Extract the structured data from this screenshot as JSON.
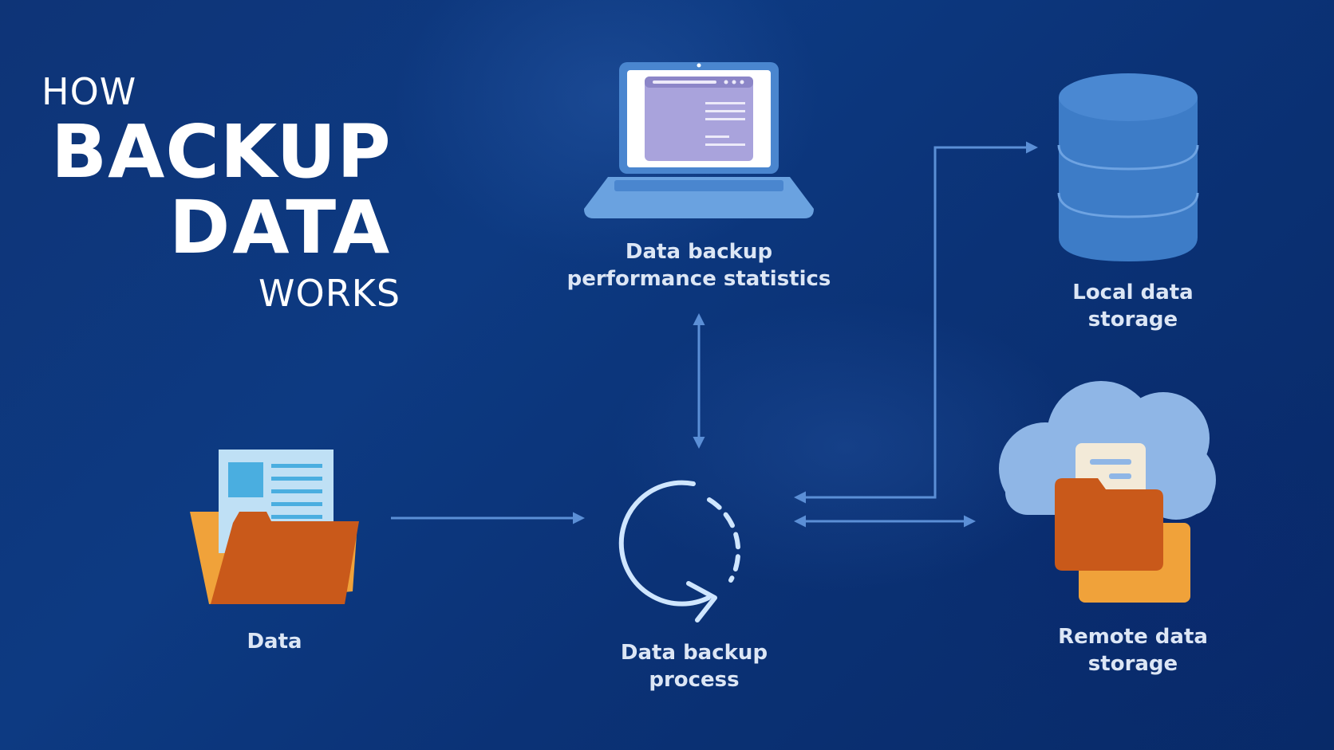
{
  "title": {
    "line1": "HOW",
    "line2": "BACKUP",
    "line3": "DATA",
    "line4": "WORKS"
  },
  "nodes": {
    "stats": {
      "line1": "Data backup",
      "line2": "performance statistics"
    },
    "local": {
      "line1": "Local data",
      "line2": "storage"
    },
    "data": {
      "line1": "Data"
    },
    "process": {
      "line1": "Data backup",
      "line2": "process"
    },
    "remote": {
      "line1": "Remote data",
      "line2": "storage"
    }
  },
  "icons": [
    "laptop-icon",
    "database-icon",
    "folder-document-icon",
    "refresh-cycle-icon",
    "cloud-folder-icon"
  ],
  "colors": {
    "background": "#0d3a82",
    "arrow": "#5b8fd6",
    "icon_blue": "#4a86cf",
    "folder_orange": "#c9591a",
    "folder_light": "#f0a23a",
    "text": "#dce6f5"
  }
}
